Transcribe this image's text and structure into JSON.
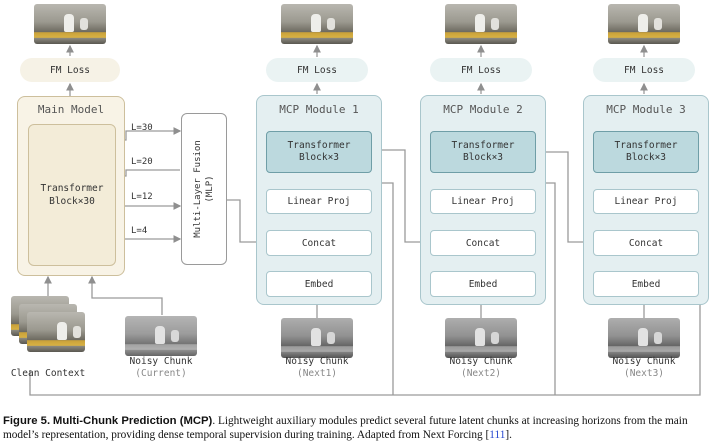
{
  "main_model": {
    "title": "Main Model",
    "block_line1": "Transformer",
    "block_line2": "Block×30",
    "loss": "FM Loss",
    "layer_labels": [
      "L=30",
      "L=20",
      "L=12",
      "L=4"
    ]
  },
  "fusion": {
    "line1": "Multi-Layer Fusion",
    "line2": "(MLP)"
  },
  "modules": [
    {
      "title": "MCP Module 1",
      "loss": "FM Loss",
      "transformer_line1": "Transformer",
      "transformer_line2": "Block×3",
      "linear": "Linear Proj",
      "concat": "Concat",
      "embed": "Embed",
      "input_label": "Noisy Chunk",
      "input_sub": "(Next1)"
    },
    {
      "title": "MCP Module 2",
      "loss": "FM Loss",
      "transformer_line1": "Transformer",
      "transformer_line2": "Block×3",
      "linear": "Linear Proj",
      "concat": "Concat",
      "embed": "Embed",
      "input_label": "Noisy Chunk",
      "input_sub": "(Next2)"
    },
    {
      "title": "MCP Module 3",
      "loss": "FM Loss",
      "transformer_line1": "Transformer",
      "transformer_line2": "Block×3",
      "linear": "Linear Proj",
      "concat": "Concat",
      "embed": "Embed",
      "input_label": "Noisy Chunk",
      "input_sub": "(Next3)"
    }
  ],
  "inputs": {
    "clean_context": "Clean Context",
    "current_label": "Noisy Chunk",
    "current_sub": "(Current)"
  },
  "caption": {
    "figure": "Figure 5.",
    "title": "Multi-Chunk Prediction (MCP)",
    "text1": ". Lightweight auxiliary modules predict several future latent chunks at increasing horizons from the main model’s representation, providing dense temporal supervision during training. Adapted from Next Forcing [",
    "ref": "111",
    "text2": "]."
  }
}
